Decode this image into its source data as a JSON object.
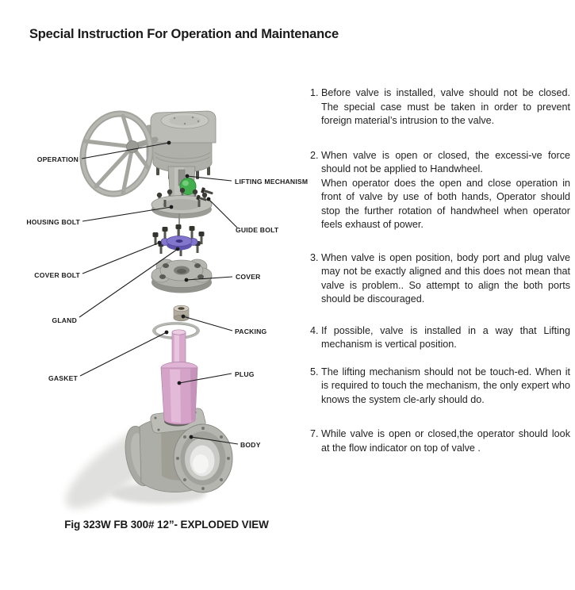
{
  "page": {
    "title": "Special Instruction For Operation and Maintenance"
  },
  "figure": {
    "caption": "Fig 323W FB 300# 12”- EXPLODED VIEW",
    "labels": {
      "operation": "OPERATION",
      "lifting_mechanism": "LIFTING MECHANISM",
      "housing_bolt": "HOUSING  BOLT",
      "guide_bolt": "GUIDE  BOLT",
      "cover_bolt": "COVER BOLT",
      "cover": "COVER",
      "gland": "GLAND",
      "packing": "PACKING",
      "gasket": "GASKET",
      "plug": "PLUG",
      "body": "BODY"
    },
    "colors": {
      "metal_gray": "#b5b5b0",
      "plug_pink": "#d5a3c8",
      "gland_purple": "#8176cb",
      "indicator_green": "#43ae4e",
      "label_text": "#1b1b1b"
    }
  },
  "instructions": {
    "items": [
      {
        "number": "1.",
        "paragraphs": [
          "Before valve is installed, valve should not be closed. The special case must be taken in order to prevent foreign material’s intrusion to the valve."
        ]
      },
      {
        "number": "2.",
        "paragraphs": [
          "When valve is open or closed, the excessi-ve force should not be applied to Handwheel.",
          "When operator does the open and close operation in front of valve by use of both hands, Operator should stop the further rotation of handwheel when operator feels exhaust of power."
        ]
      },
      {
        "number": "3.",
        "paragraphs": [
          "When valve is open position, body port and plug valve may not be exactly aligned and this does not mean that valve is problem.. So attempt to align the both ports should be discouraged."
        ]
      },
      {
        "number": "4.",
        "paragraphs": [
          "If possible, valve is installed in a way that Lifting mechanism is vertical position."
        ]
      },
      {
        "number": "5.",
        "paragraphs": [
          "The lifting mechanism should not be touch-ed. When it is required to touch the mechanism, the only expert who knows the system cle-arly should do."
        ]
      },
      {
        "number": "7.",
        "paragraphs": [
          "While valve is open or closed,the operator should look at  the flow indicator on top of valve ."
        ]
      }
    ]
  }
}
